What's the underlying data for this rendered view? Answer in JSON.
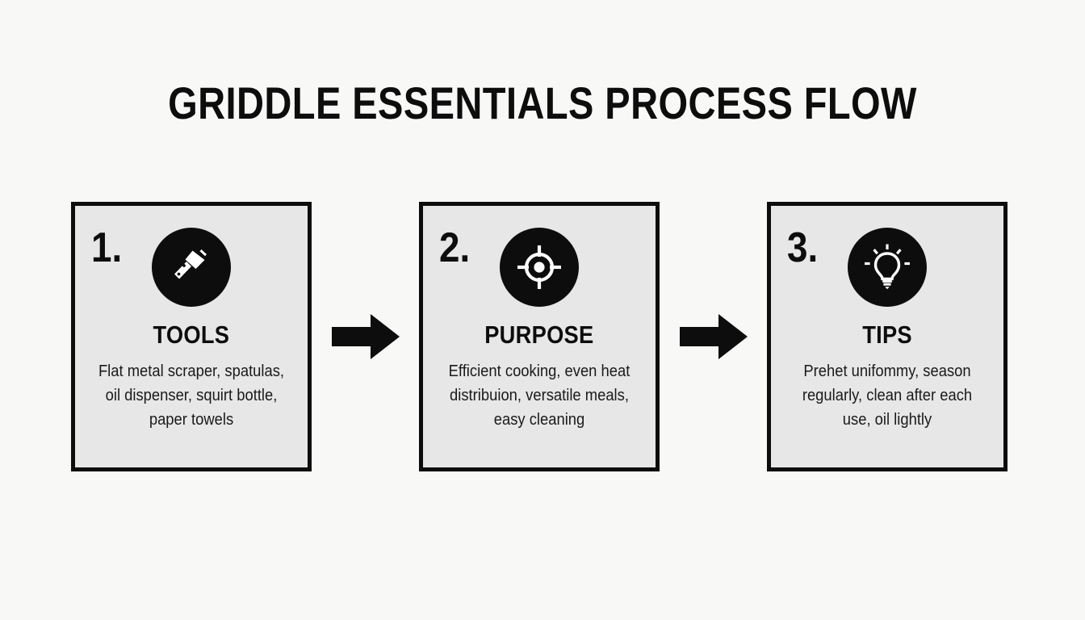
{
  "page": {
    "title": "GRIDDLE ESSENTIALS PROCESS FLOW",
    "background_color": "#f8f8f7",
    "card_fill_color": "#e7e7e7",
    "ink_color": "#0d0d0d"
  },
  "steps": [
    {
      "number": "1.",
      "icon": "scraper-icon",
      "heading": "TOOLS",
      "description": "Flat metal scraper, spatulas, oil dispenser, squirt bottle, paper towels"
    },
    {
      "number": "2.",
      "icon": "target-icon",
      "heading": "PURPOSE",
      "description": "Efficient cooking, even heat distribuion, versatile meals, easy cleaning"
    },
    {
      "number": "3.",
      "icon": "lightbulb-icon",
      "heading": "TIPS",
      "description": "Prehet unifommy, season regularly, clean after each use, oil lightly"
    }
  ],
  "connectors": [
    {
      "icon": "arrow-right-icon"
    },
    {
      "icon": "arrow-right-icon"
    }
  ]
}
